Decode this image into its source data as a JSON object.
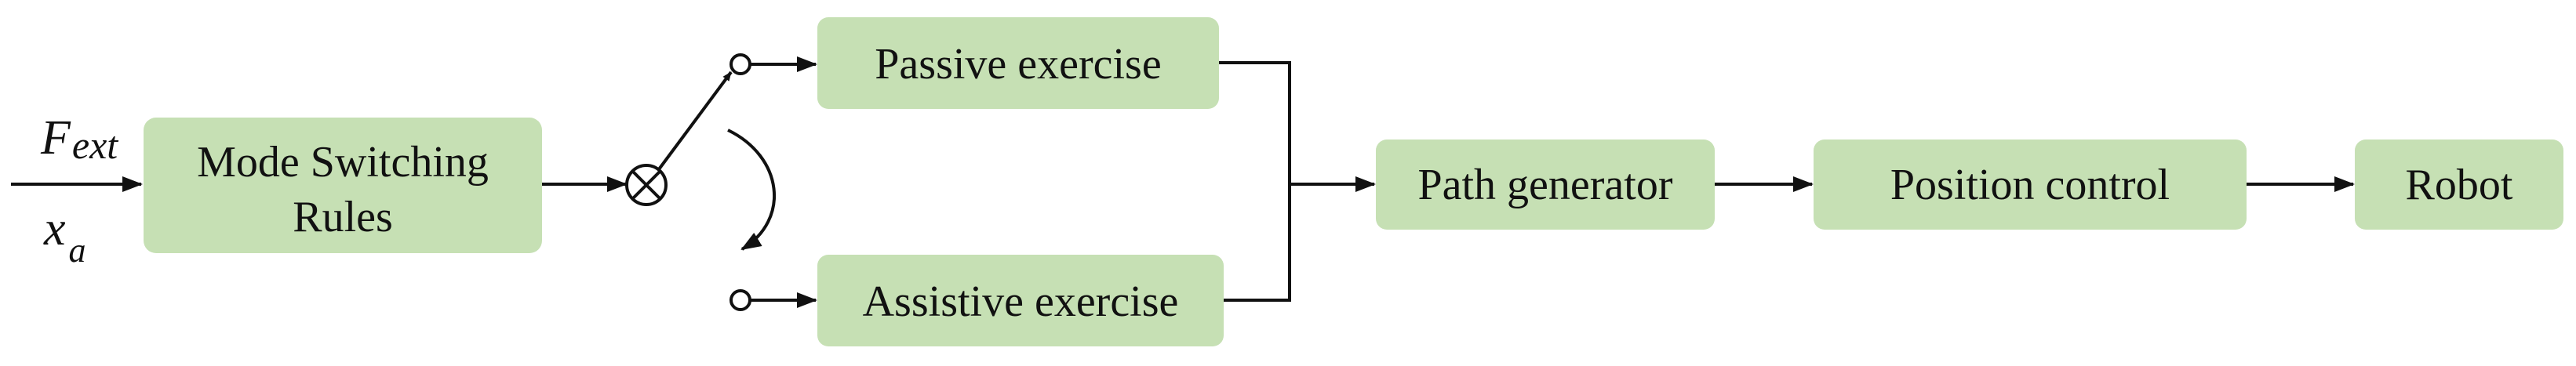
{
  "diagram": {
    "inputs": {
      "force": {
        "symbol": "F",
        "subscript": "ext"
      },
      "position": {
        "symbol": "x",
        "subscript": "a"
      }
    },
    "blocks": {
      "mode_switching": {
        "line1": "Mode Switching",
        "line2": "Rules"
      },
      "passive": {
        "label": "Passive exercise"
      },
      "assistive": {
        "label": "Assistive exercise"
      },
      "path_generator": {
        "label": "Path generator"
      },
      "position_control": {
        "label": "Position control"
      },
      "robot": {
        "label": "Robot"
      }
    },
    "switch_symbol": "⊗",
    "colors": {
      "block_fill": "#c6e0b4",
      "line": "#111111",
      "background": "#ffffff"
    }
  }
}
